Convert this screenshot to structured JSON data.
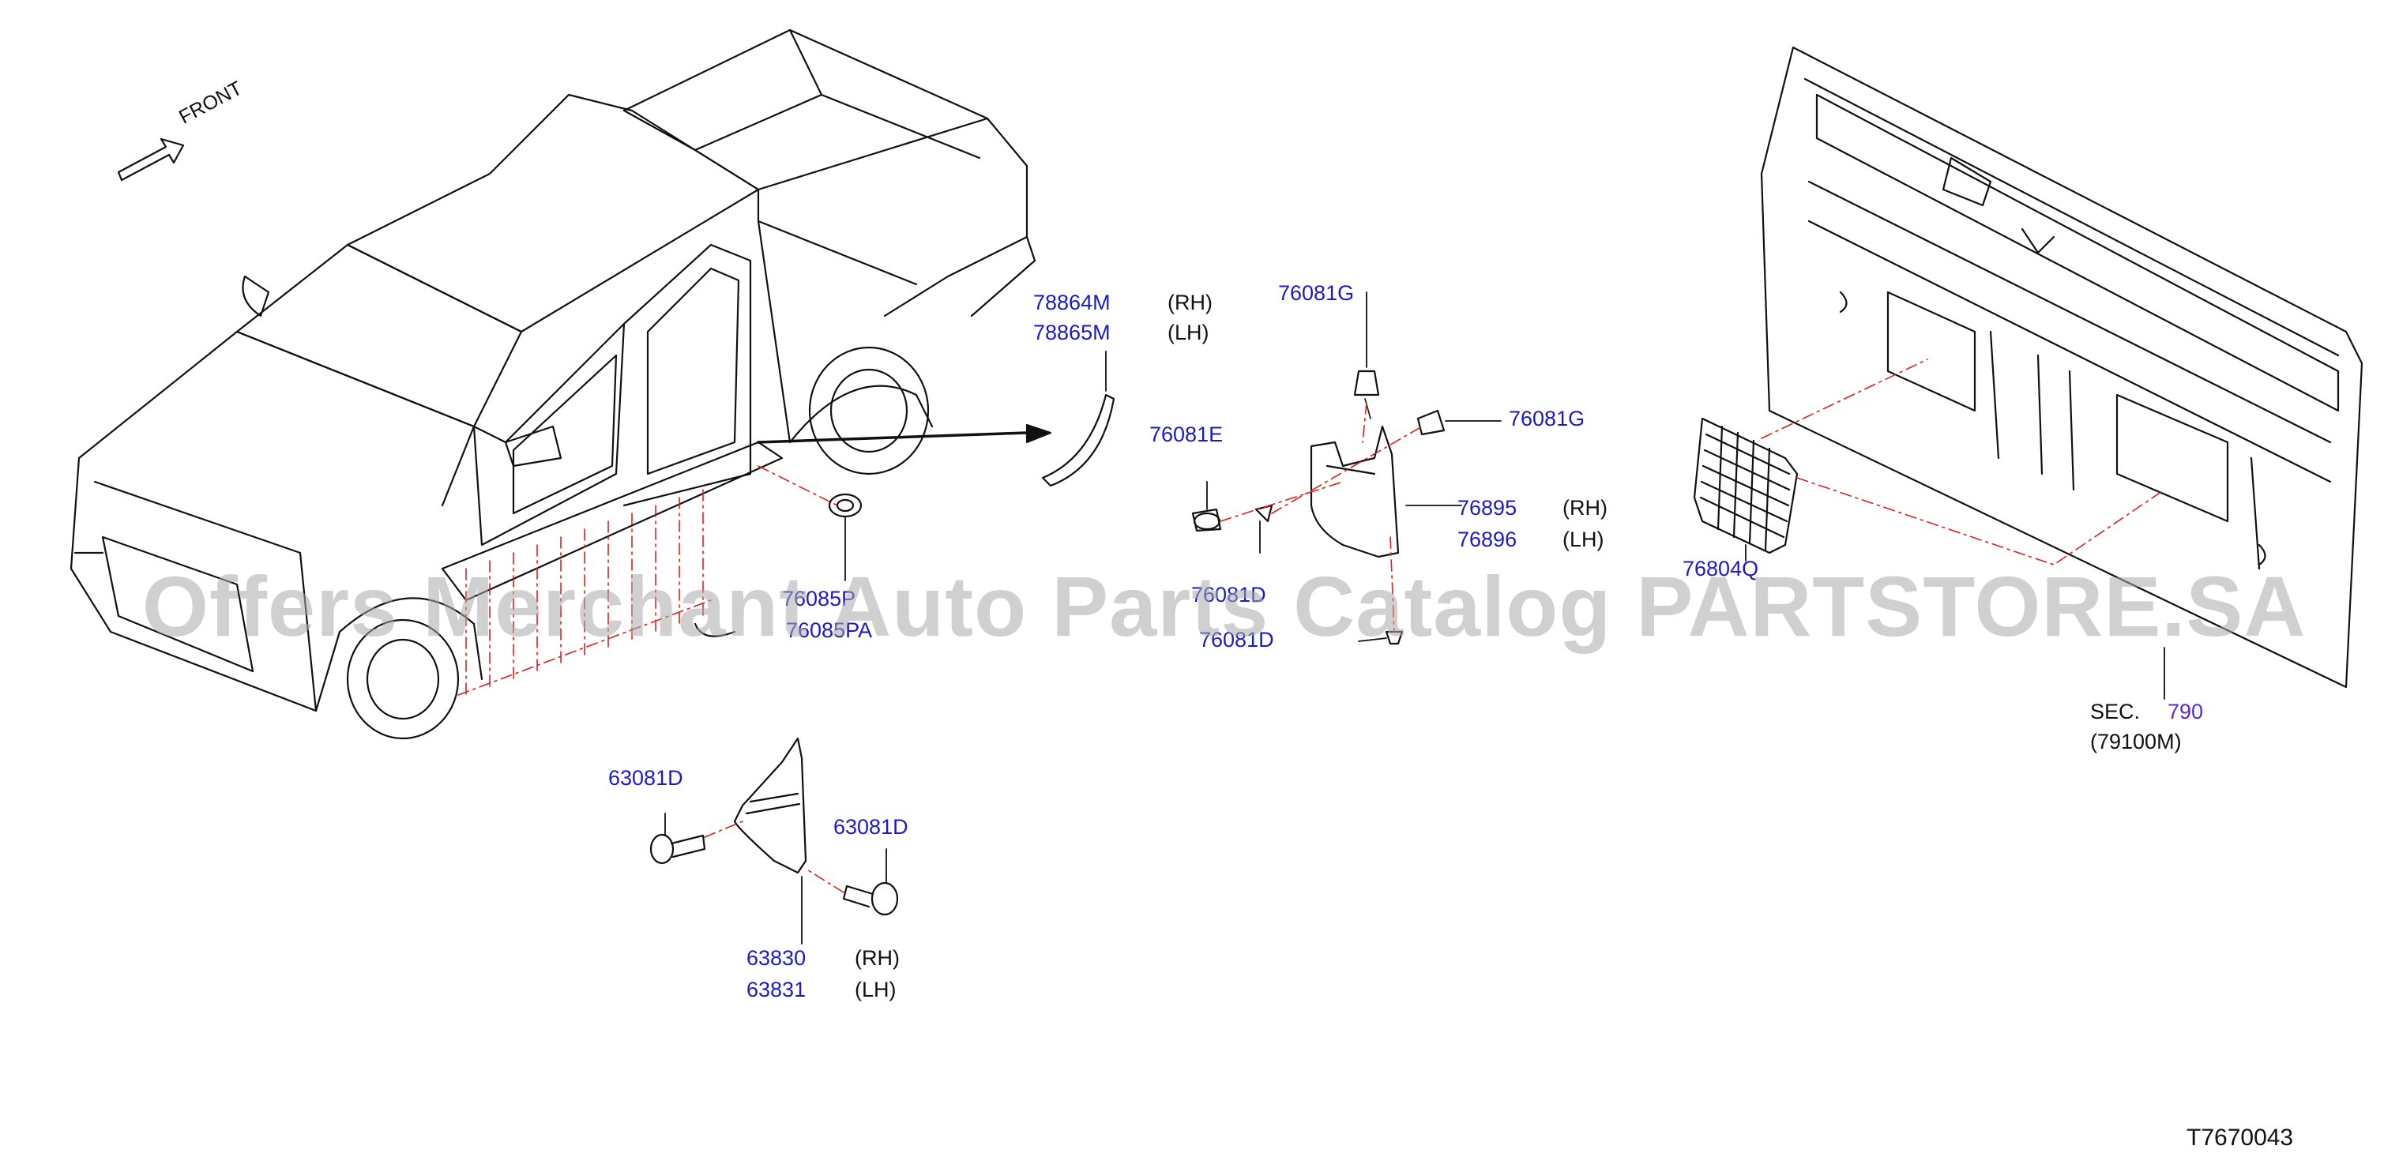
{
  "diagram": {
    "front_label": "FRONT",
    "parts": {
      "p78864M": "78864M",
      "p78865M": "78865M",
      "p76081G_top": "76081G",
      "p76081G_right": "76081G",
      "p76081E": "76081E",
      "p76895": "76895",
      "p76896": "76896",
      "p76081D_a": "76081D",
      "p76081D_b": "76081D",
      "p76085P": "76085P",
      "p76085PA": "76085PA",
      "p76804Q": "76804Q",
      "p63081D_left": "63081D",
      "p63081D_right": "63081D",
      "p63830": "63830",
      "p63831": "63831"
    },
    "sides": {
      "rh": "(RH)",
      "lh": "(LH)"
    },
    "section": {
      "prefix": "SEC.",
      "number": "790",
      "ref": "(79100M)"
    },
    "diagram_code": "T7670043",
    "watermark": "Offers Merchant Auto Parts Catalog PARTSTORE.SA",
    "colors": {
      "part_number": "#1a1acc",
      "section_link": "#5a2acc",
      "leader_dash": "#e02020",
      "line": "#111111"
    }
  }
}
